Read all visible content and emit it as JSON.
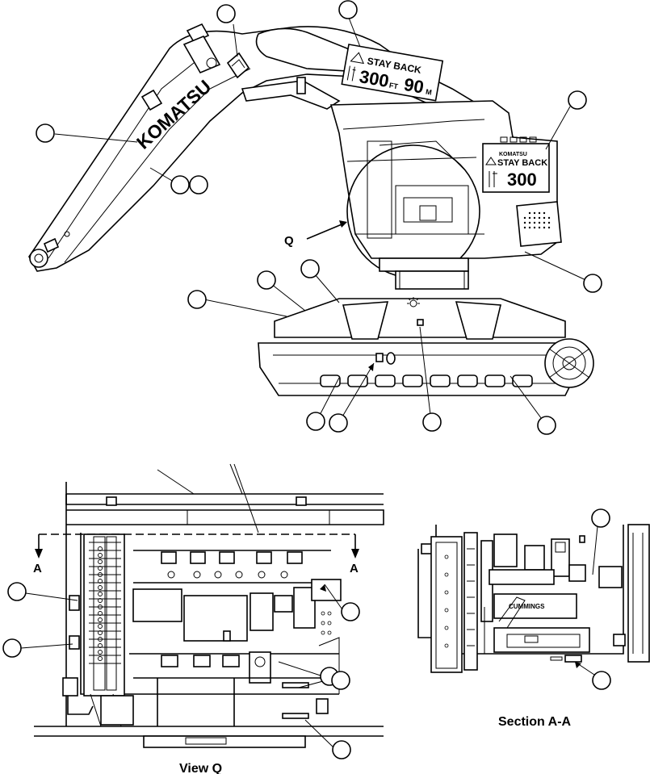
{
  "labels": {
    "boom_brand": "KOMATSU",
    "cab_brand": "KOMATSU",
    "stay_back_boom": "STAY BACK",
    "stay_back_boom_ft": "300",
    "stay_back_boom_ft_unit": "FT",
    "stay_back_boom_m": "90",
    "stay_back_boom_m_unit": "M",
    "stay_back_cab": "STAY BACK",
    "stay_back_cab_ft": "300",
    "view_marker": "Q",
    "section_left": "A",
    "section_right": "A",
    "engine_plate": "CUMMINGS",
    "view_q_caption": "View Q",
    "section_caption": "Section A-A"
  }
}
